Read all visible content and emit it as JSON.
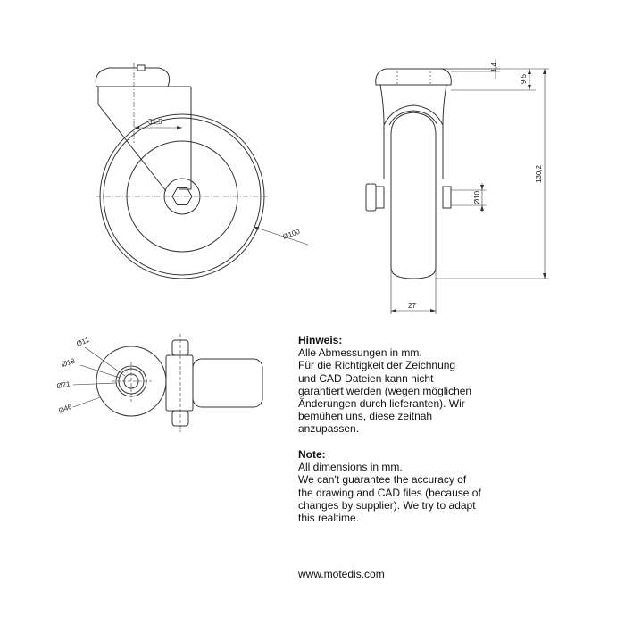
{
  "dimensions": {
    "offset": "31,5",
    "wheel_diameter": "Ø100",
    "top_plate_thickness": "1,4",
    "plate_height": "9,5",
    "total_height": "130,2",
    "axle_diameter": "Ø10",
    "wheel_width": "27",
    "d11": "Ø11",
    "d18": "Ø18",
    "d21": "Ø21",
    "d46": "Ø46"
  },
  "hinweis": {
    "heading": "Hinweis:",
    "lines": [
      "Alle Abmessungen in mm.",
      "Für die Richtigkeit der Zeichnung",
      "und CAD Dateien kann nicht",
      "garantiert werden (wegen möglichen",
      "Änderungen durch lieferanten). Wir",
      "bemühen uns, diese zeitnah",
      "anzupassen."
    ]
  },
  "note": {
    "heading": "Note:",
    "lines": [
      "All dimensions in mm.",
      "We can't guarantee the accuracy of",
      "the drawing and CAD files (because of",
      "changes by supplier). We try to adapt",
      "this realtime."
    ]
  },
  "website": "www.motedis.com"
}
